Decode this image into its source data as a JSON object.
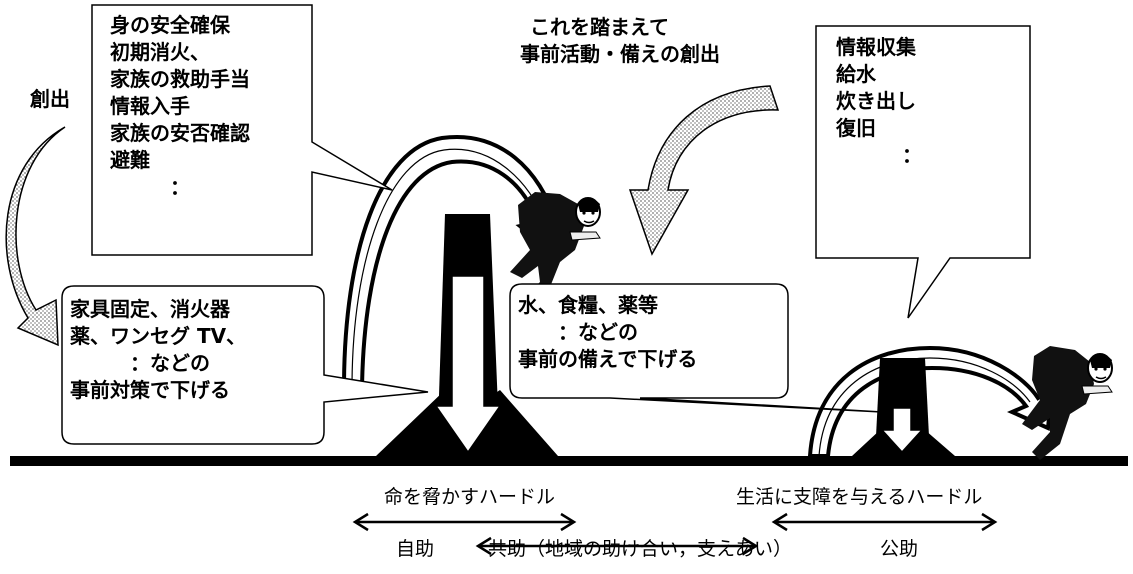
{
  "left_label": "創出",
  "box_left_actions": [
    "身の安全確保",
    "初期消火、",
    "家族の救助手当",
    "情報入手",
    "家族の安否確認",
    "避難",
    "　　　："
  ],
  "top_center_caption": [
    "これを踏まえて",
    "事前活動・備えの創出"
  ],
  "box_right_actions": [
    "情報収集",
    "給水",
    "炊き出し",
    "復旧",
    "　　　："
  ],
  "callout_left": [
    "家具固定、消火器",
    "薬、ワンセグ TV、",
    "　　　：などの",
    "事前対策で下げる"
  ],
  "callout_center": [
    "水、食糧、薬等",
    "　　：などの",
    "事前の備えで下げる"
  ],
  "hurdle_life_label": "命を脅かすハードル",
  "hurdle_living_label": "生活に支障を与えるハードル",
  "self_help_label": "自助",
  "mutual_help_label": "共助（地域の助け合い，支えあい）",
  "public_help_label": "公助"
}
